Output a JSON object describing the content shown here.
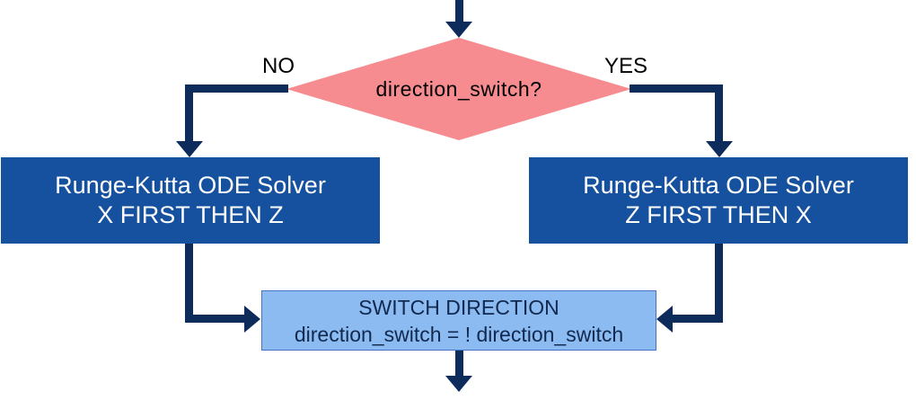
{
  "flowchart": {
    "decision": {
      "label": "direction_switch?"
    },
    "branches": {
      "no": "NO",
      "yes": "YES"
    },
    "solver_left": {
      "line1": "Runge-Kutta ODE Solver",
      "line2": "X FIRST THEN Z"
    },
    "solver_right": {
      "line1": "Runge-Kutta ODE Solver",
      "line2": "Z FIRST THEN X"
    },
    "switch": {
      "line1": "SWITCH DIRECTION",
      "line2": "direction_switch = ! direction_switch"
    },
    "colors": {
      "arrow": "#0d2c5b",
      "solver_box_fill": "#15519e",
      "solver_box_text": "#ffffff",
      "decision_fill": "#f68c8f",
      "decision_text": "#000000",
      "switch_fill": "#8bbbf0",
      "switch_border": "#4472c4",
      "switch_text": "#12294f",
      "branch_label_text": "#000000"
    }
  }
}
